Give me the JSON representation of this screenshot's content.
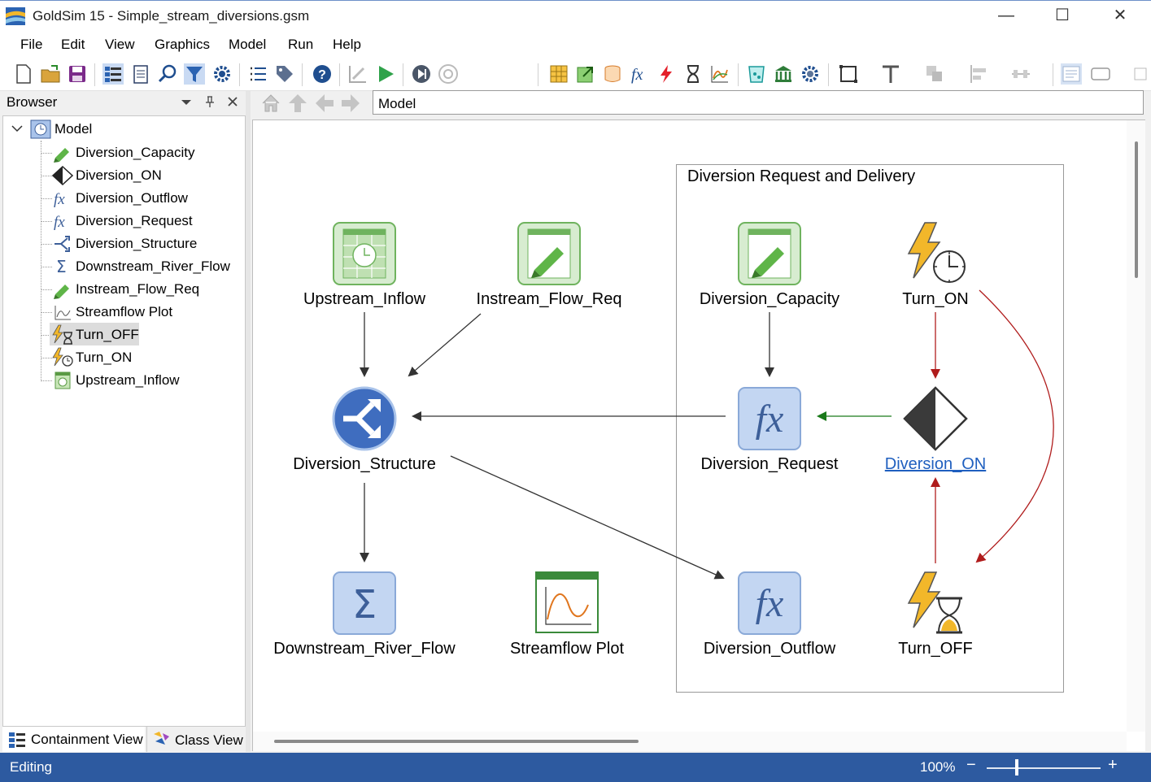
{
  "window": {
    "app_name": "GoldSim 15",
    "document": " - Simple_stream_diversions.gsm",
    "minimize_glyph": "—",
    "maximize_glyph": "☐",
    "close_glyph": "✕"
  },
  "menu": [
    "File",
    "Edit",
    "View",
    "Graphics",
    "Model",
    "Run",
    "Help"
  ],
  "toolbar_icons": [
    "new-file-icon",
    "open-folder-icon",
    "save-icon",
    "browser-toggle-icon",
    "notes-icon",
    "find-icon",
    "filter-icon",
    "settings-icon",
    "list-icon",
    "tag-icon",
    "help-icon",
    "edit-mode-icon",
    "run-icon",
    "step-icon",
    "reset-icon",
    "slider",
    "data-element-icon",
    "export-icon",
    "reservoir-icon",
    "expression-icon",
    "event-icon",
    "timer-icon",
    "result-icon",
    "pool-icon",
    "institution-icon",
    "gear-icon",
    "rectangle-icon",
    "text-icon",
    "group-icon",
    "align-icon",
    "distribute-icon",
    "view-icon",
    "shape-icon"
  ],
  "browser": {
    "title": "Browser",
    "root": "Model",
    "items": [
      {
        "label": "Diversion_Capacity",
        "icon": "data-pencil-icon"
      },
      {
        "label": "Diversion_ON",
        "icon": "status-diamond-icon"
      },
      {
        "label": "Diversion_Outflow",
        "icon": "fx-icon"
      },
      {
        "label": "Diversion_Request",
        "icon": "fx-icon"
      },
      {
        "label": "Diversion_Structure",
        "icon": "splitter-icon"
      },
      {
        "label": "Downstream_River_Flow",
        "icon": "sum-icon"
      },
      {
        "label": "Instream_Flow_Req",
        "icon": "data-pencil-icon"
      },
      {
        "label": "Streamflow Plot",
        "icon": "plot-icon"
      },
      {
        "label": "Turn_OFF",
        "icon": "event-hourglass-icon",
        "selected": true
      },
      {
        "label": "Turn_ON",
        "icon": "event-clock-icon"
      },
      {
        "label": "Upstream_Inflow",
        "icon": "timeseries-icon"
      }
    ]
  },
  "tabs": {
    "containment": "Containment View",
    "class": "Class View"
  },
  "path": "Model",
  "canvas": {
    "container_title": "Diversion Request and Delivery",
    "nodes": {
      "upstream_inflow": "Upstream_Inflow",
      "instream_flow_req": "Instream_Flow_Req",
      "diversion_capacity": "Diversion_Capacity",
      "turn_on": "Turn_ON",
      "diversion_structure": "Diversion_Structure",
      "diversion_request": "Diversion_Request",
      "diversion_on": "Diversion_ON",
      "downstream_river_flow": "Downstream_River_Flow",
      "streamflow_plot": "Streamflow Plot",
      "diversion_outflow": "Diversion_Outflow",
      "turn_off": "Turn_OFF"
    },
    "colors": {
      "element_fill": "#a9c3ea",
      "element_border": "#7e9fd1",
      "data_fill": "#8ccf73",
      "data_border": "#4a9c3a",
      "red_link": "#b01c1c",
      "green_link": "#1a7a1a",
      "dark_link": "#333333"
    }
  },
  "status": {
    "mode": "Editing",
    "zoom": "100%",
    "minus": "−",
    "plus": "+"
  }
}
